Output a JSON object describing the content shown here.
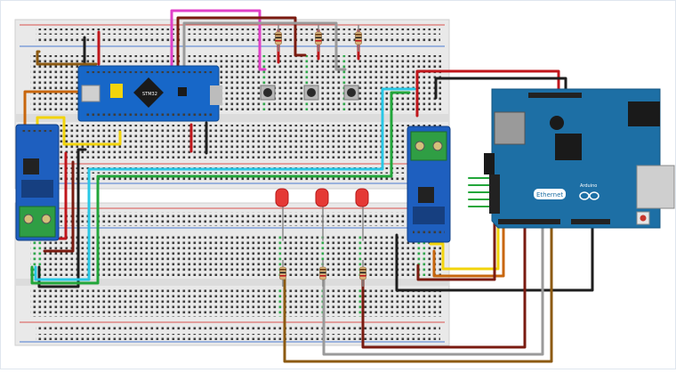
{
  "window": {
    "border_color": "#dfe6ee"
  },
  "colors": {
    "breadboard": "#e9e9e9",
    "rail_red": "#d9534f",
    "rail_blue": "#4a7bd1",
    "hole": "#3d3d3d",
    "hole_green": "#2ea84a",
    "stm32_board": "#1767c8",
    "rs485_board": "#1e5fbf",
    "arduino_board": "#1d6fa5",
    "terminal_green": "#2f9e44",
    "led_red": "#e53935",
    "wire_red": "#c0161b",
    "wire_darkred": "#7a1b10",
    "wire_black": "#1e1e1e",
    "wire_magenta": "#e040c8",
    "wire_gray": "#9a9a9a",
    "wire_orange": "#c8660d",
    "wire_brown": "#8c5a12",
    "wire_yellow": "#f2d40c",
    "wire_cyan": "#29c8e6",
    "wire_green": "#22a63a"
  },
  "stm32": {
    "name": "stm32-bluepill-board",
    "chip_label": "STM32"
  },
  "rs485_left": {
    "name": "rs485-module-left"
  },
  "rs485_right": {
    "name": "rs485-module-right"
  },
  "arduino": {
    "name": "arduino-ethernet-shield",
    "ethernet_label": "Ethernet",
    "brand_label": "Arduino",
    "infinity_logo": "arduino-infinity-logo"
  },
  "buttons": [
    {
      "name": "push-button-1"
    },
    {
      "name": "push-button-2"
    },
    {
      "name": "push-button-3"
    }
  ],
  "leds": [
    {
      "name": "red-led-1",
      "color": "red"
    },
    {
      "name": "red-led-2",
      "color": "red"
    },
    {
      "name": "red-led-3",
      "color": "red"
    }
  ],
  "resistors": [
    {
      "name": "resistor-1"
    },
    {
      "name": "resistor-2"
    },
    {
      "name": "resistor-3"
    },
    {
      "name": "resistor-4"
    },
    {
      "name": "resistor-5"
    },
    {
      "name": "resistor-6"
    }
  ]
}
